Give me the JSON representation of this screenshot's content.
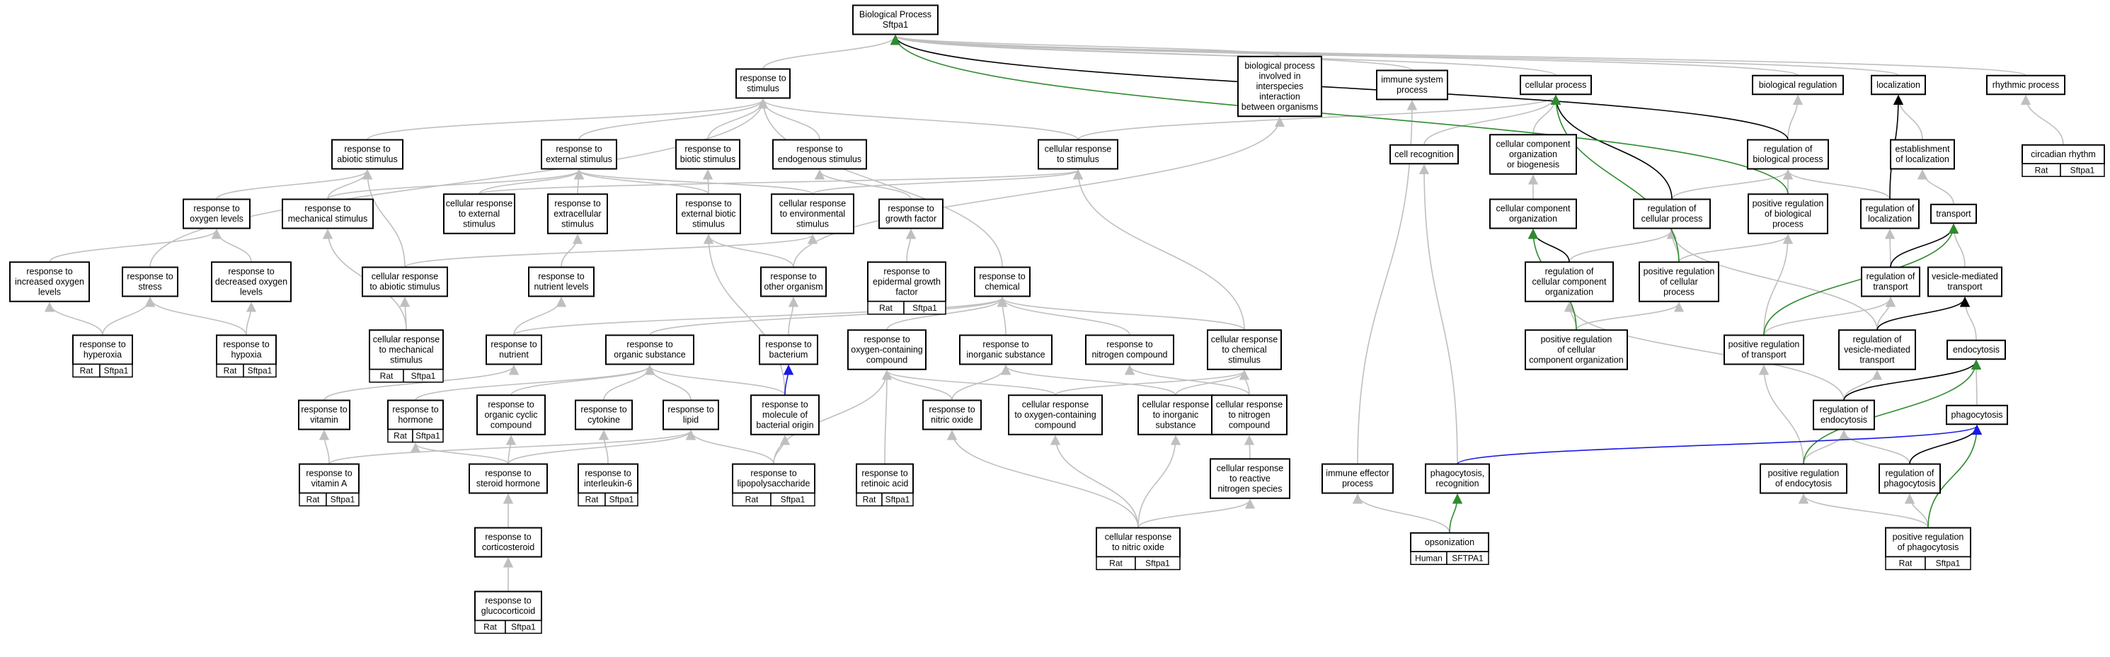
{
  "colors": {
    "edge_default": "#bfbfbf",
    "edge_black": "#000000",
    "edge_green": "#2e8b2e",
    "edge_blue": "#1a1ae6",
    "badge_rat": "#ffd700",
    "badge_human": "#ef5a3c"
  },
  "nodes": [
    {
      "id": "bp",
      "lines": [
        "Biological Process",
        "Sftpa1"
      ]
    },
    {
      "id": "rts",
      "lines": [
        "response to",
        "stimulus"
      ]
    },
    {
      "id": "bpis",
      "lines": [
        "biological process",
        "involved in",
        "interspecies",
        "interaction",
        "between organisms"
      ]
    },
    {
      "id": "isp",
      "lines": [
        "immune system",
        "process"
      ]
    },
    {
      "id": "cp",
      "lines": [
        "cellular process"
      ]
    },
    {
      "id": "breg",
      "lines": [
        "biological regulation"
      ]
    },
    {
      "id": "loc",
      "lines": [
        "localization"
      ]
    },
    {
      "id": "rp",
      "lines": [
        "rhythmic process"
      ]
    },
    {
      "id": "cr",
      "lines": [
        "circadian rhythm"
      ],
      "badge": [
        "Rat",
        "Sftpa1"
      ]
    },
    {
      "id": "rtas",
      "lines": [
        "response to",
        "abiotic stimulus"
      ]
    },
    {
      "id": "rtes",
      "lines": [
        "response to",
        "external stimulus"
      ]
    },
    {
      "id": "rtbs",
      "lines": [
        "response to",
        "biotic stimulus"
      ]
    },
    {
      "id": "rtends",
      "lines": [
        "response to",
        "endogenous stimulus"
      ]
    },
    {
      "id": "crts",
      "lines": [
        "cellular response",
        "to stimulus"
      ]
    },
    {
      "id": "crec",
      "lines": [
        "cell recognition"
      ]
    },
    {
      "id": "ccob",
      "lines": [
        "cellular component",
        "organization",
        "or biogenesis"
      ]
    },
    {
      "id": "robp",
      "lines": [
        "regulation of",
        "biological process"
      ]
    },
    {
      "id": "eol",
      "lines": [
        "establishment",
        "of localization"
      ]
    },
    {
      "id": "rtol",
      "lines": [
        "response to",
        "oxygen levels"
      ]
    },
    {
      "id": "rtms",
      "lines": [
        "response to",
        "mechanical stimulus"
      ]
    },
    {
      "id": "crtes",
      "lines": [
        "cellular response",
        "to external",
        "stimulus"
      ]
    },
    {
      "id": "rtexs",
      "lines": [
        "response to",
        "extracellular",
        "stimulus"
      ]
    },
    {
      "id": "rtebs",
      "lines": [
        "response to",
        "external biotic",
        "stimulus"
      ]
    },
    {
      "id": "crtenv",
      "lines": [
        "cellular response",
        "to environmental",
        "stimulus"
      ]
    },
    {
      "id": "rtgf",
      "lines": [
        "response to",
        "growth factor"
      ]
    },
    {
      "id": "cco",
      "lines": [
        "cellular component",
        "organization"
      ]
    },
    {
      "id": "rocp",
      "lines": [
        "regulation of",
        "cellular process"
      ]
    },
    {
      "id": "prbp",
      "lines": [
        "positive regulation",
        "of biological",
        "process"
      ]
    },
    {
      "id": "rol",
      "lines": [
        "regulation of",
        "localization"
      ]
    },
    {
      "id": "transport",
      "lines": [
        "transport"
      ]
    },
    {
      "id": "rtiol",
      "lines": [
        "response to",
        "increased oxygen",
        "levels"
      ]
    },
    {
      "id": "rtstress",
      "lines": [
        "response to",
        "stress"
      ]
    },
    {
      "id": "rtdol",
      "lines": [
        "response to",
        "decreased oxygen",
        "levels"
      ]
    },
    {
      "id": "crtas",
      "lines": [
        "cellular response",
        "to abiotic stimulus"
      ]
    },
    {
      "id": "rtnl",
      "lines": [
        "response to",
        "nutrient levels"
      ]
    },
    {
      "id": "rtoo",
      "lines": [
        "response to",
        "other organism"
      ]
    },
    {
      "id": "rtegf",
      "lines": [
        "response to",
        "epidermal growth",
        "factor"
      ],
      "badge": [
        "Rat",
        "Sftpa1"
      ]
    },
    {
      "id": "rtchem",
      "lines": [
        "response to",
        "chemical"
      ]
    },
    {
      "id": "rocco",
      "lines": [
        "regulation of",
        "cellular component",
        "organization"
      ]
    },
    {
      "id": "procp",
      "lines": [
        "positive regulation",
        "of cellular",
        "process"
      ]
    },
    {
      "id": "rotr",
      "lines": [
        "regulation of",
        "transport"
      ]
    },
    {
      "id": "vmt",
      "lines": [
        "vesicle-mediated",
        "transport"
      ]
    },
    {
      "id": "rthyperoxia",
      "lines": [
        "response to",
        "hyperoxia"
      ],
      "badge": [
        "Rat",
        "Sftpa1"
      ]
    },
    {
      "id": "rthypoxia",
      "lines": [
        "response to",
        "hypoxia"
      ],
      "badge": [
        "Rat",
        "Sftpa1"
      ]
    },
    {
      "id": "crtms",
      "lines": [
        "cellular response",
        "to mechanical",
        "stimulus"
      ],
      "badge": [
        "Rat",
        "Sftpa1"
      ]
    },
    {
      "id": "rtnut",
      "lines": [
        "response to",
        "nutrient"
      ]
    },
    {
      "id": "rtos",
      "lines": [
        "response to",
        "organic substance"
      ]
    },
    {
      "id": "rtbac",
      "lines": [
        "response to",
        "bacterium"
      ]
    },
    {
      "id": "rtocc",
      "lines": [
        "response to",
        "oxygen-containing",
        "compound"
      ]
    },
    {
      "id": "rtis",
      "lines": [
        "response to",
        "inorganic substance"
      ]
    },
    {
      "id": "rtnc",
      "lines": [
        "response to",
        "nitrogen compound"
      ]
    },
    {
      "id": "crtcs",
      "lines": [
        "cellular response",
        "to chemical",
        "stimulus"
      ]
    },
    {
      "id": "prcco",
      "lines": [
        "positive regulation",
        "of cellular",
        "component organization"
      ]
    },
    {
      "id": "prtr",
      "lines": [
        "positive regulation",
        "of transport"
      ]
    },
    {
      "id": "rovmt",
      "lines": [
        "regulation of",
        "vesicle-mediated",
        "transport"
      ]
    },
    {
      "id": "endo",
      "lines": [
        "endocytosis"
      ]
    },
    {
      "id": "rtvit",
      "lines": [
        "response to",
        "vitamin"
      ]
    },
    {
      "id": "rthorm",
      "lines": [
        "response to",
        "hormone"
      ],
      "badge": [
        "Rat",
        "Sftpa1"
      ]
    },
    {
      "id": "rtocyc",
      "lines": [
        "response to",
        "organic cyclic",
        "compound"
      ]
    },
    {
      "id": "rtcyt",
      "lines": [
        "response to",
        "cytokine"
      ]
    },
    {
      "id": "rtlip",
      "lines": [
        "response to",
        "lipid"
      ]
    },
    {
      "id": "rtmbo",
      "lines": [
        "response to",
        "molecule of",
        "bacterial origin"
      ]
    },
    {
      "id": "rtno",
      "lines": [
        "response to",
        "nitric oxide"
      ]
    },
    {
      "id": "crtocc",
      "lines": [
        "cellular response",
        "to oxygen-containing",
        "compound"
      ]
    },
    {
      "id": "crtis",
      "lines": [
        "cellular response",
        "to inorganic",
        "substance"
      ]
    },
    {
      "id": "crtnc",
      "lines": [
        "cellular response",
        "to nitrogen",
        "compound"
      ]
    },
    {
      "id": "roendo",
      "lines": [
        "regulation of",
        "endocytosis"
      ]
    },
    {
      "id": "phago",
      "lines": [
        "phagocytosis"
      ]
    },
    {
      "id": "rtvita",
      "lines": [
        "response to",
        "vitamin A"
      ],
      "badge": [
        "Rat",
        "Sftpa1"
      ]
    },
    {
      "id": "rtsh",
      "lines": [
        "response to",
        "steroid hormone"
      ]
    },
    {
      "id": "rtil6",
      "lines": [
        "response to",
        "interleukin-6"
      ],
      "badge": [
        "Rat",
        "Sftpa1"
      ]
    },
    {
      "id": "rtlps",
      "lines": [
        "response to",
        "lipopolysaccharide"
      ],
      "badge": [
        "Rat",
        "Sftpa1"
      ]
    },
    {
      "id": "rtra",
      "lines": [
        "response to",
        "retinoic acid"
      ],
      "badge": [
        "Rat",
        "Sftpa1"
      ]
    },
    {
      "id": "crtrns",
      "lines": [
        "cellular response",
        "to reactive",
        "nitrogen species"
      ]
    },
    {
      "id": "iep",
      "lines": [
        "immune effector",
        "process"
      ]
    },
    {
      "id": "phagorec",
      "lines": [
        "phagocytosis,",
        "recognition"
      ]
    },
    {
      "id": "proendo",
      "lines": [
        "positive regulation",
        "of endocytosis"
      ]
    },
    {
      "id": "rophago",
      "lines": [
        "regulation of",
        "phagocytosis"
      ]
    },
    {
      "id": "rtcort",
      "lines": [
        "response to",
        "corticosteroid"
      ]
    },
    {
      "id": "crtno",
      "lines": [
        "cellular response",
        "to nitric oxide"
      ],
      "badge": [
        "Rat",
        "Sftpa1"
      ]
    },
    {
      "id": "opson",
      "lines": [
        "opsonization"
      ],
      "badge": [
        "Human",
        "SFTPA1"
      ],
      "badge_color": "human"
    },
    {
      "id": "prphago",
      "lines": [
        "positive regulation",
        "of phagocytosis"
      ],
      "badge": [
        "Rat",
        "Sftpa1"
      ]
    },
    {
      "id": "rtgluco",
      "lines": [
        "response to",
        "glucocorticoid"
      ],
      "badge": [
        "Rat",
        "Sftpa1"
      ]
    }
  ],
  "edges": [
    [
      "rts",
      "bp"
    ],
    [
      "bpis",
      "bp"
    ],
    [
      "isp",
      "bp"
    ],
    [
      "cp",
      "bp"
    ],
    [
      "breg",
      "bp"
    ],
    [
      "loc",
      "bp"
    ],
    [
      "rp",
      "bp"
    ],
    [
      "cr",
      "rp"
    ],
    [
      "rtas",
      "rts"
    ],
    [
      "rtes",
      "rts"
    ],
    [
      "rtbs",
      "rts"
    ],
    [
      "rtends",
      "rts"
    ],
    [
      "crts",
      "rts"
    ],
    [
      "rtstress",
      "rts"
    ],
    [
      "rtchem",
      "rts"
    ],
    [
      "crts",
      "cp"
    ],
    [
      "crec",
      "cp"
    ],
    [
      "ccob",
      "cp"
    ],
    [
      "iep",
      "isp"
    ],
    [
      "phagorec",
      "crec"
    ],
    [
      "cco",
      "ccob"
    ],
    [
      "robp",
      "breg"
    ],
    [
      "eol",
      "loc"
    ],
    [
      "transport",
      "eol"
    ],
    [
      "rtol",
      "rtas"
    ],
    [
      "rtms",
      "rtas"
    ],
    [
      "crtas",
      "rtas"
    ],
    [
      "rtms",
      "rtes"
    ],
    [
      "crtes",
      "rtes"
    ],
    [
      "rtexs",
      "rtes"
    ],
    [
      "rtebs",
      "rtes"
    ],
    [
      "rtebs",
      "rtbs"
    ],
    [
      "rtgf",
      "rtends"
    ],
    [
      "crtenv",
      "crts"
    ],
    [
      "crtes",
      "crts"
    ],
    [
      "crtcs",
      "crts"
    ],
    [
      "crtenv",
      "rtes"
    ],
    [
      "rtiol",
      "rtol"
    ],
    [
      "rtdol",
      "rtol"
    ],
    [
      "rthyperoxia",
      "rtiol"
    ],
    [
      "rthyperoxia",
      "rtstress"
    ],
    [
      "rthypoxia",
      "rtdol"
    ],
    [
      "rthypoxia",
      "rtstress"
    ],
    [
      "crtms",
      "crtas"
    ],
    [
      "crtms",
      "rtms"
    ],
    [
      "crtas",
      "crtenv"
    ],
    [
      "rtnl",
      "rtexs"
    ],
    [
      "rtnut",
      "rtnl"
    ],
    [
      "rtoo",
      "rtebs"
    ],
    [
      "rtoo",
      "bpis"
    ],
    [
      "rtegf",
      "rtgf"
    ],
    [
      "rtbac",
      "rtoo"
    ],
    [
      "rtnut",
      "rtchem"
    ],
    [
      "rtos",
      "rtchem"
    ],
    [
      "rtocc",
      "rtchem"
    ],
    [
      "rtis",
      "rtchem"
    ],
    [
      "rtnc",
      "rtchem"
    ],
    [
      "crtcs",
      "rtchem"
    ],
    [
      "rtvit",
      "rtnut"
    ],
    [
      "rthorm",
      "rtos"
    ],
    [
      "rtocyc",
      "rtos"
    ],
    [
      "rtcyt",
      "rtos"
    ],
    [
      "rtlip",
      "rtos"
    ],
    [
      "rtmbo",
      "rtos"
    ],
    [
      "rtmbo",
      "rtebs"
    ],
    [
      "rtno",
      "rtis"
    ],
    [
      "rtno",
      "rtocc"
    ],
    [
      "crtocc",
      "rtocc"
    ],
    [
      "crtocc",
      "crtcs"
    ],
    [
      "crtis",
      "rtis"
    ],
    [
      "crtis",
      "crtcs"
    ],
    [
      "crtnc",
      "rtnc"
    ],
    [
      "crtnc",
      "crtcs"
    ],
    [
      "crtrns",
      "crtnc"
    ],
    [
      "crtno",
      "rtno"
    ],
    [
      "crtno",
      "crtocc"
    ],
    [
      "crtno",
      "crtis"
    ],
    [
      "crtno",
      "crtrns"
    ],
    [
      "rtvita",
      "rtvit"
    ],
    [
      "rtvita",
      "rtlip"
    ],
    [
      "rtsh",
      "rthorm"
    ],
    [
      "rtsh",
      "rtlip"
    ],
    [
      "rtsh",
      "rtocyc"
    ],
    [
      "rtcort",
      "rtsh"
    ],
    [
      "rtgluco",
      "rtcort"
    ],
    [
      "rtil6",
      "rtcyt"
    ],
    [
      "rtlps",
      "rtlip"
    ],
    [
      "rtlps",
      "rtmbo"
    ],
    [
      "rtlps",
      "rtocc"
    ],
    [
      "rtra",
      "rtocc"
    ],
    [
      "rtthorm_dummy",
      "rtebs"
    ],
    [
      "rocp",
      "robp"
    ],
    [
      "prbp",
      "robp"
    ],
    [
      "rol",
      "robp"
    ],
    [
      "procp",
      "rocp"
    ],
    [
      "procp",
      "prbp"
    ],
    [
      "rocco",
      "rocp"
    ],
    [
      "prcco",
      "rocco"
    ],
    [
      "prcco",
      "procp"
    ],
    [
      "rotr",
      "rol"
    ],
    [
      "prtr",
      "rotr"
    ],
    [
      "prtr",
      "prbp"
    ],
    [
      "rovmt",
      "rotr"
    ],
    [
      "rovmt",
      "rocp"
    ],
    [
      "roendo",
      "rovmt"
    ],
    [
      "vmt",
      "transport"
    ],
    [
      "endo",
      "vmt"
    ],
    [
      "proendo",
      "roendo"
    ],
    [
      "proendo",
      "prtr"
    ],
    [
      "rophago",
      "roendo"
    ],
    [
      "prphago",
      "rophago"
    ],
    [
      "prphago",
      "proendo"
    ],
    [
      "phago",
      "endo"
    ],
    [
      "opson",
      "iep"
    ],
    [
      "roendo",
      "rocco"
    ],
    [
      "proendo",
      "endo"
    ]
  ],
  "special_edges": [
    {
      "from": "rtmbo",
      "to": "rtbac",
      "color": "blue"
    },
    {
      "from": "rocp",
      "to": "cp",
      "color": "black"
    },
    {
      "from": "robp",
      "to": "bp",
      "color": "black"
    },
    {
      "from": "rocco",
      "to": "cco",
      "color": "black"
    },
    {
      "from": "prcco",
      "to": "cco",
      "color": "green"
    },
    {
      "from": "procp",
      "to": "cp",
      "color": "green"
    },
    {
      "from": "prbp",
      "to": "bp",
      "color": "green"
    },
    {
      "from": "rol",
      "to": "loc",
      "color": "black"
    },
    {
      "from": "rotr",
      "to": "transport",
      "color": "black"
    },
    {
      "from": "prtr",
      "to": "transport",
      "color": "green"
    },
    {
      "from": "rovmt",
      "to": "vmt",
      "color": "black"
    },
    {
      "from": "roendo",
      "to": "endo",
      "color": "black"
    },
    {
      "from": "proendo",
      "to": "endo",
      "color": "green"
    },
    {
      "from": "rophago",
      "to": "phago",
      "color": "black"
    },
    {
      "from": "prphago",
      "to": "phago",
      "color": "green"
    },
    {
      "from": "phagorec",
      "to": "phago",
      "color": "blue"
    },
    {
      "from": "opson",
      "to": "phagorec",
      "color": "green"
    }
  ]
}
